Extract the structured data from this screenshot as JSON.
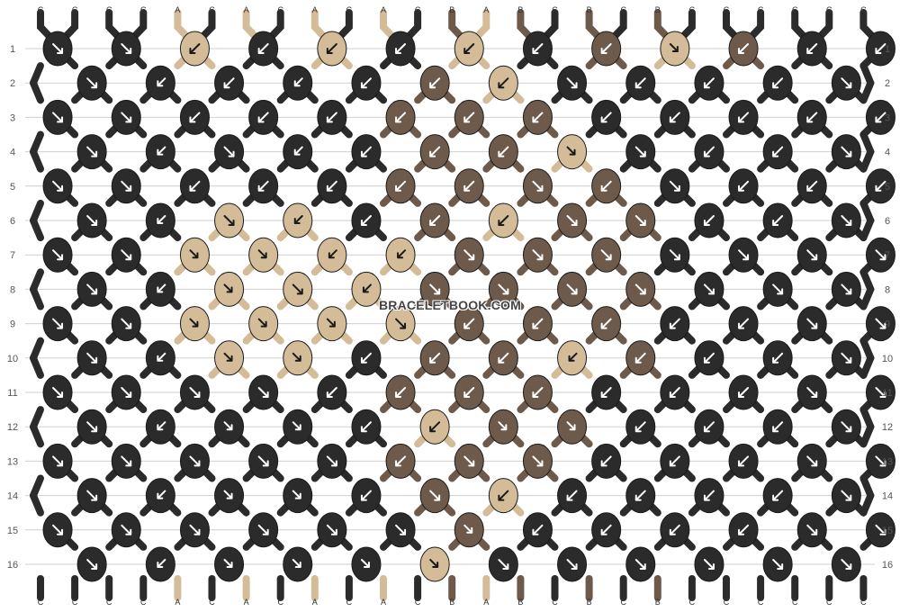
{
  "watermark": "BRACELETBOOK.COM",
  "colors": {
    "C": "#2b2b2b",
    "A": "#d4bc98",
    "B": "#6d5a4a",
    "grid": "#cfcfcf",
    "row_label": "#555555",
    "arrow": "#ffffff"
  },
  "strings_top": [
    "C",
    "C",
    "C",
    "C",
    "A",
    "C",
    "A",
    "C",
    "A",
    "C",
    "A",
    "C",
    "B",
    "A",
    "B",
    "C",
    "B",
    "C",
    "B",
    "C",
    "C",
    "C",
    "C",
    "C",
    "C"
  ],
  "strings_bottom": [
    "C",
    "C",
    "C",
    "C",
    "A",
    "C",
    "A",
    "C",
    "A",
    "C",
    "A",
    "C",
    "B",
    "A",
    "B",
    "C",
    "B",
    "C",
    "B",
    "C",
    "C",
    "C",
    "C",
    "C",
    "C"
  ],
  "row_labels": [
    "1",
    "2",
    "3",
    "4",
    "5",
    "6",
    "7",
    "8",
    "9",
    "10",
    "11",
    "12",
    "13",
    "14",
    "15",
    "16"
  ],
  "knots": [
    [
      "C:f",
      "C:f",
      "A:b",
      "C:b",
      "A:b",
      "C:b",
      "A:b",
      "C:b",
      "B:b",
      "A:fb",
      "B:b",
      "C:b",
      "C:b"
    ],
    [
      "C:f",
      "C:bf",
      "C:b",
      "C:bf",
      "C:b",
      "B:b",
      "A:b",
      "C:f",
      "C:b",
      "C:b",
      "C:b",
      "C:f"
    ],
    [
      "C:f",
      "C:f",
      "C:b",
      "C:b",
      "C:b",
      "B:b",
      "B:b",
      "B:b",
      "C:b",
      "C:b",
      "C:b",
      "C:b",
      "C:b"
    ],
    [
      "C:f",
      "C:bf",
      "C:f",
      "C:bf",
      "C:b",
      "B:b",
      "B:b",
      "A:fb",
      "C:f",
      "C:b",
      "C:b",
      "C:f"
    ],
    [
      "C:f",
      "C:f",
      "C:b",
      "C:b",
      "C:b",
      "B:b",
      "B:b",
      "B:f",
      "B:b",
      "C:f",
      "C:b",
      "C:b",
      "C:b"
    ],
    [
      "C:f",
      "C:bf",
      "A:f",
      "A:bf",
      "C:b",
      "B:b",
      "A:b",
      "B:f",
      "B:f",
      "C:b",
      "C:b",
      "C:f"
    ],
    [
      "C:f",
      "C:f",
      "A:fb",
      "A:fb",
      "A:bf",
      "A:bf",
      "B:f",
      "B:f",
      "B:f",
      "C:f",
      "C:f",
      "C:f",
      "C:f"
    ],
    [
      "C:f",
      "C:bf",
      "A:fb",
      "A:f",
      "A:bf",
      "B:f",
      "B:f",
      "B:f",
      "B:f",
      "C:f",
      "C:f",
      "C:f"
    ],
    [
      "C:f",
      "C:f",
      "A:fb",
      "A:fb",
      "A:fb",
      "A:f",
      "B:b",
      "B:b",
      "B:b",
      "C:b",
      "C:b",
      "C:f",
      "C:f"
    ],
    [
      "C:f",
      "C:bf",
      "A:fb",
      "A:fb",
      "C:b",
      "B:b",
      "B:b",
      "A:bf",
      "B:b",
      "C:b",
      "C:b",
      "C:f"
    ],
    [
      "C:f",
      "C:f",
      "C:f",
      "C:f",
      "C:b",
      "B:b",
      "B:b",
      "B:b",
      "C:b",
      "C:b",
      "C:b",
      "C:f",
      "C:f"
    ],
    [
      "C:f",
      "C:bf",
      "C:fb",
      "C:fb",
      "C:b",
      "A:b",
      "B:fb",
      "B:fb",
      "C:b",
      "C:b",
      "C:b",
      "C:f"
    ],
    [
      "C:f",
      "C:f",
      "C:f",
      "C:f",
      "C:f",
      "B:b",
      "B:f",
      "B:f",
      "C:b",
      "C:b",
      "C:b",
      "C:f",
      "C:f"
    ],
    [
      "C:f",
      "C:bf",
      "C:fb",
      "C:fb",
      "C:b",
      "B:f",
      "A:b",
      "C:b",
      "C:b",
      "C:b",
      "C:b",
      "C:f"
    ],
    [
      "C:f",
      "C:f",
      "C:f",
      "C:f",
      "C:f",
      "C:f",
      "B:fb",
      "C:b",
      "C:b",
      "C:b",
      "C:b",
      "C:f",
      "C:f"
    ],
    [
      "C:f",
      "C:bf",
      "C:fb",
      "C:fb",
      "C:fb",
      "A:fb",
      "C:f",
      "C:f",
      "C:f",
      "C:f",
      "C:f",
      "C:f"
    ]
  ]
}
